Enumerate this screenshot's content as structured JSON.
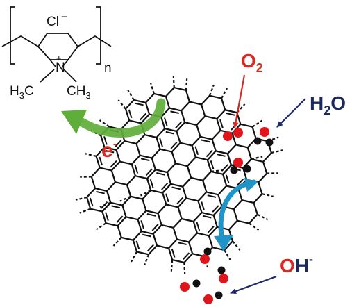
{
  "polymer": {
    "counter_ion": "Cl",
    "counter_ion_charge": "−",
    "nitrogen": "N",
    "nitrogen_charge": "+",
    "methyl_left": {
      "prefix": "H",
      "sub": "3",
      "suffix": "C"
    },
    "methyl_right": {
      "prefix": "CH",
      "sub": "3"
    },
    "repeat_index": "n"
  },
  "labels": {
    "oxygen": {
      "base": "O",
      "sub": "2"
    },
    "water": {
      "base": "H",
      "sub": "2",
      "suffix": "O"
    },
    "hydroxide": {
      "o": "O",
      "h": "H",
      "sup": "-"
    },
    "electron": {
      "base": "e",
      "sup": "-"
    }
  },
  "colors": {
    "bond": "#111111",
    "oxygen_label": "#d8281f",
    "navy_label": "#1b2a5e",
    "oxygen_atom": "#e0141b",
    "hydrogen_atom": "#111111",
    "electron_arrow": "#5fae3a",
    "reaction_arrow": "#1e94c9",
    "pointer_arrow": "#1f2a6b"
  }
}
